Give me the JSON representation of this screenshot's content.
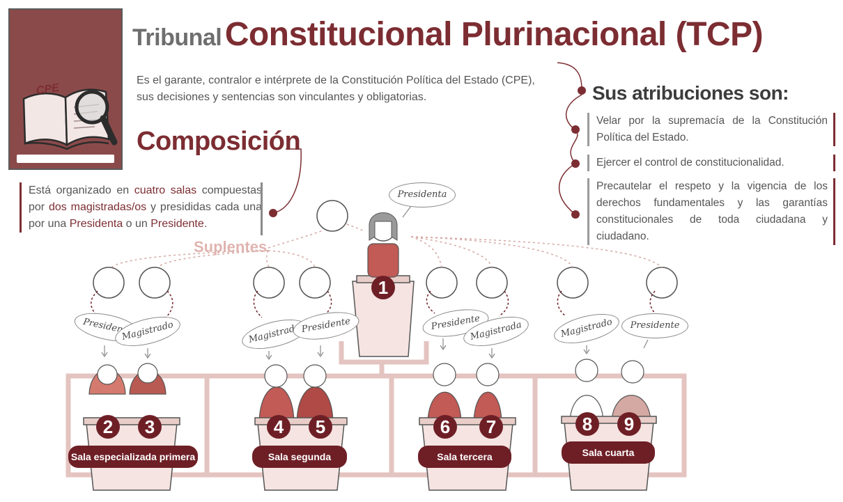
{
  "title": {
    "part1": "Tribunal",
    "part2": "Constitucional Plurinacional (TCP)"
  },
  "intro": "Es el garante, contralor e intérprete de la Constitución Política del Estado (CPE), sus decisiones y sentencias son vinculantes y obligatorias.",
  "book_label": "CPE",
  "composicion": {
    "title": "Composición",
    "text": [
      {
        "t": "Está organizado en ",
        "hl": false
      },
      {
        "t": "cuatro salas",
        "hl": true
      },
      {
        "t": " compuestas por ",
        "hl": false
      },
      {
        "t": "dos magistradas/os",
        "hl": true
      },
      {
        "t": " y presididas cada una por una ",
        "hl": false
      },
      {
        "t": "Presidenta",
        "hl": true
      },
      {
        "t": " o un ",
        "hl": false
      },
      {
        "t": "Presidente",
        "hl": true
      },
      {
        "t": ".",
        "hl": false
      }
    ]
  },
  "atribuciones": {
    "title": "Sus atribuciones son:",
    "items": [
      "Velar por la supremacía de la Constitución Política del Estado.",
      "Ejercer el control de constitucionalidad.",
      "Precautelar el respeto y la vigencia de los derechos fundamentales y las garantías constitucionales de toda ciudadana y ciudadano."
    ]
  },
  "suplentes_label": "Suplentes",
  "bubbles": {
    "top": "Presidenta",
    "s1a": "Presidenta",
    "s1b": "Magistrado",
    "s2a": "Magistrada",
    "s2b": "Presidente",
    "s3a": "Presidente",
    "s3b": "Magistrada",
    "s4a": "Magistrado",
    "s4b": "Presidente"
  },
  "numbers": [
    "1",
    "2",
    "3",
    "4",
    "5",
    "6",
    "7",
    "8",
    "9"
  ],
  "salas": [
    "Sala especializada primera",
    "Sala segunda",
    "Sala tercera",
    "Sala cuarta"
  ],
  "colors": {
    "accent": "#7c2d32",
    "badge": "#6e1f26",
    "frame": "#e4c4c0",
    "book_panel": "#8b4a4a",
    "text": "#555555"
  }
}
